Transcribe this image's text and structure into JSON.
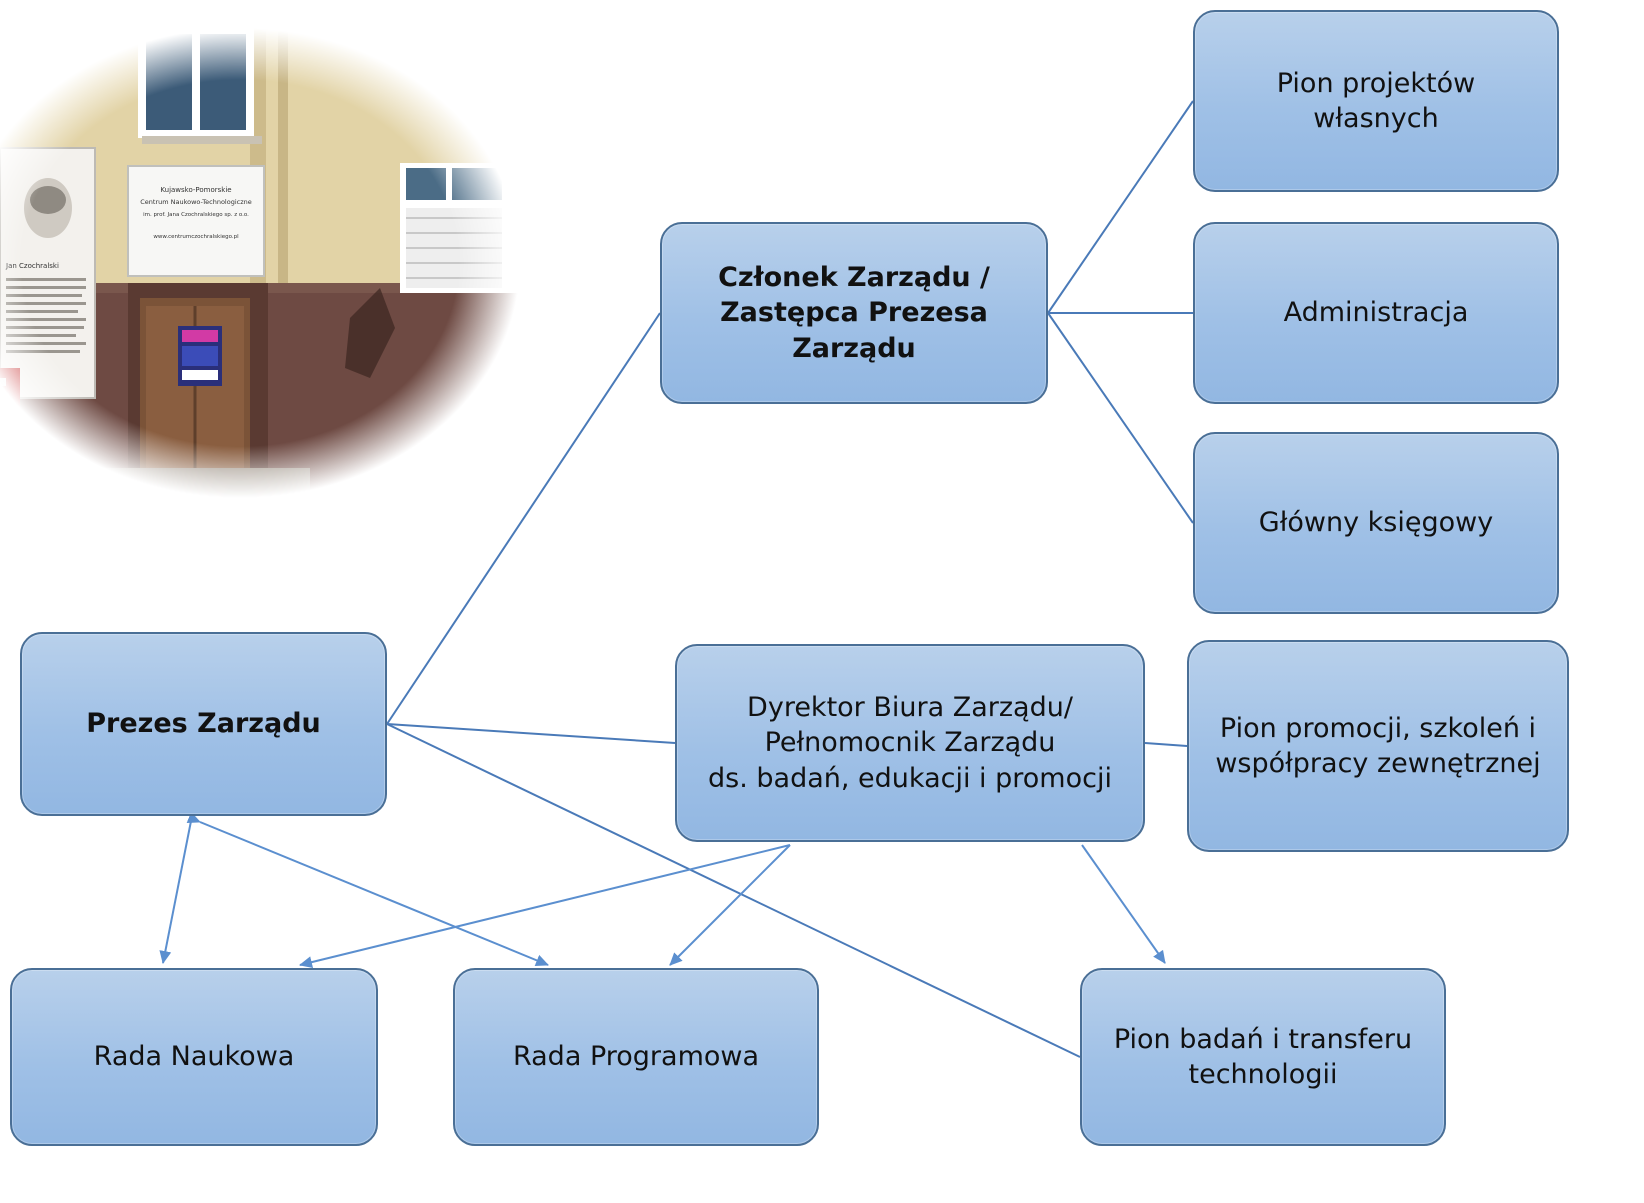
{
  "nodes": {
    "prezes": "Prezes Zarządu",
    "czlonek": "Członek Zarządu /\nZastępca Prezesa Zarządu",
    "dyrektor": "Dyrektor Biura Zarządu/\nPełnomocnik Zarządu\nds. badań, edukacji i promocji",
    "pion_projektow": "Pion projektów własnych",
    "administracja": "Administracja",
    "ksiegowy": "Główny księgowy",
    "pion_promocji": "Pion promocji, szkoleń i\nwspółpracy zewnętrznej",
    "rada_naukowa": "Rada Naukowa",
    "rada_programowa": "Rada Programowa",
    "pion_badan": "Pion badań i transferu\ntechnologii"
  },
  "photo": {
    "plaque": {
      "line1": "Kujawsko-Pomorskie",
      "line2": "Centrum Naukowo-Technologiczne",
      "line3": "im. prof. Jana Czochralskiego sp. z o.o.",
      "line4": "www.centrumczochralskiego.pl"
    },
    "portrait_caption": "Jan Czochralski"
  },
  "colors": {
    "node_fill_top": "#b8d0eb",
    "node_fill_bottom": "#92b7e2",
    "node_border": "#4a6f96",
    "connector": "#4a7ab8"
  }
}
